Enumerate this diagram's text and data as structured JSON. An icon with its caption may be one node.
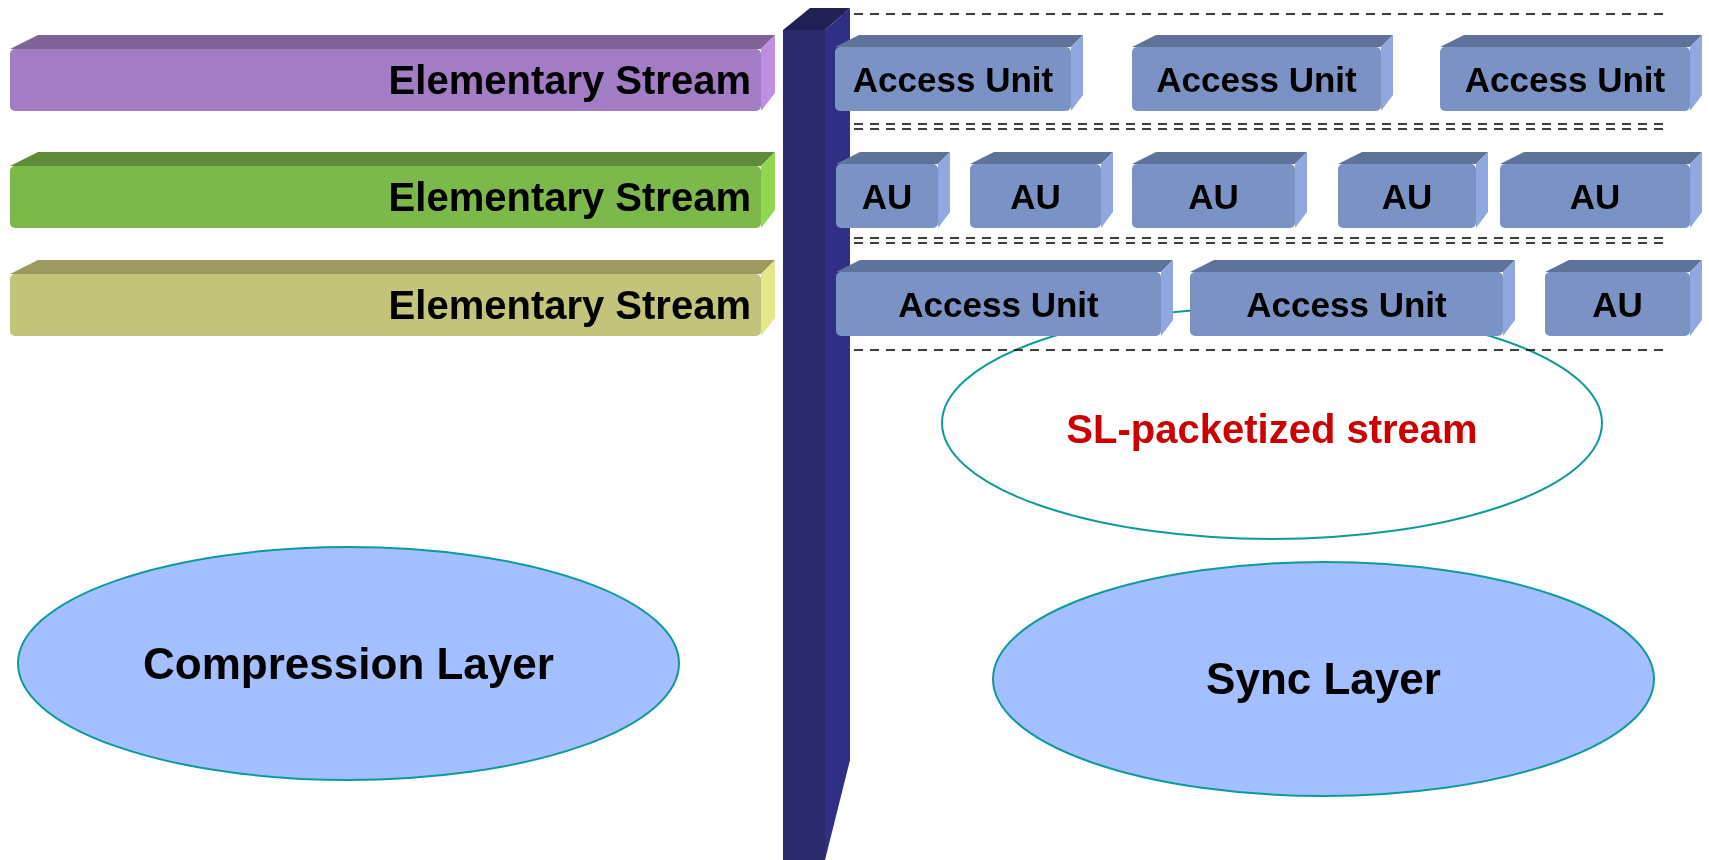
{
  "diagram": {
    "nodes": [
      {
        "text": [
          "Elementary Stream"
        ]
      },
      {
        "text": [
          "Access Unit"
        ]
      },
      {
        "text": [
          "Access Unit"
        ]
      },
      {
        "text": [
          "Access Unit"
        ]
      },
      {
        "text": [
          "Elementary Stream"
        ]
      },
      {
        "text": [
          "AU"
        ]
      },
      {
        "text": [
          "AU"
        ]
      },
      {
        "text": [
          "AU"
        ]
      },
      {
        "text": [
          "AU"
        ]
      },
      {
        "text": [
          "AU"
        ]
      },
      {
        "text": [
          "Elementary Stream"
        ]
      },
      {
        "text": [
          "Access Unit"
        ]
      },
      {
        "text": [
          "Access Unit"
        ]
      },
      {
        "text": [
          "AU"
        ]
      },
      {
        "text": [
          "SL-packetized stream"
        ]
      },
      {
        "text": [
          "Compression Layer"
        ]
      },
      {
        "text": [
          "Sync Layer"
        ]
      }
    ]
  }
}
